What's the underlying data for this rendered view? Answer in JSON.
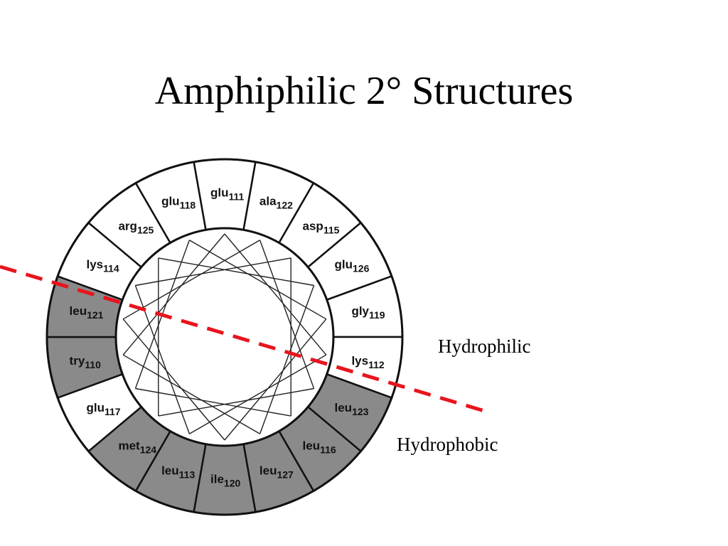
{
  "slide": {
    "title": "Amphiphilic 2° Structures",
    "labels": {
      "hydrophilic": "Hydrophilic",
      "hydrophobic": "Hydrophobic"
    }
  },
  "colors": {
    "hydrophobic_fill": "#8a8a8a",
    "hydrophilic_fill": "#ffffff",
    "divider_line": "#e8141c",
    "outline": "#111111"
  },
  "helical_wheel": {
    "residues": [
      {
        "name": "glu",
        "num": "111",
        "hydrophobic": false
      },
      {
        "name": "ala",
        "num": "122",
        "hydrophobic": false
      },
      {
        "name": "asp",
        "num": "115",
        "hydrophobic": false
      },
      {
        "name": "glu",
        "num": "126",
        "hydrophobic": false
      },
      {
        "name": "gly",
        "num": "119",
        "hydrophobic": false
      },
      {
        "name": "lys",
        "num": "112",
        "hydrophobic": false
      },
      {
        "name": "leu",
        "num": "123",
        "hydrophobic": true
      },
      {
        "name": "leu",
        "num": "116",
        "hydrophobic": true
      },
      {
        "name": "leu",
        "num": "127",
        "hydrophobic": true
      },
      {
        "name": "ile",
        "num": "120",
        "hydrophobic": true
      },
      {
        "name": "leu",
        "num": "113",
        "hydrophobic": true
      },
      {
        "name": "met",
        "num": "124",
        "hydrophobic": true
      },
      {
        "name": "glu",
        "num": "117",
        "hydrophobic": false
      },
      {
        "name": "try",
        "num": "110",
        "hydrophobic": true
      },
      {
        "name": "leu",
        "num": "121",
        "hydrophobic": true
      },
      {
        "name": "lys",
        "num": "114",
        "hydrophobic": false
      },
      {
        "name": "arg",
        "num": "125",
        "hydrophobic": false
      },
      {
        "name": "glu",
        "num": "118",
        "hydrophobic": false
      }
    ]
  }
}
